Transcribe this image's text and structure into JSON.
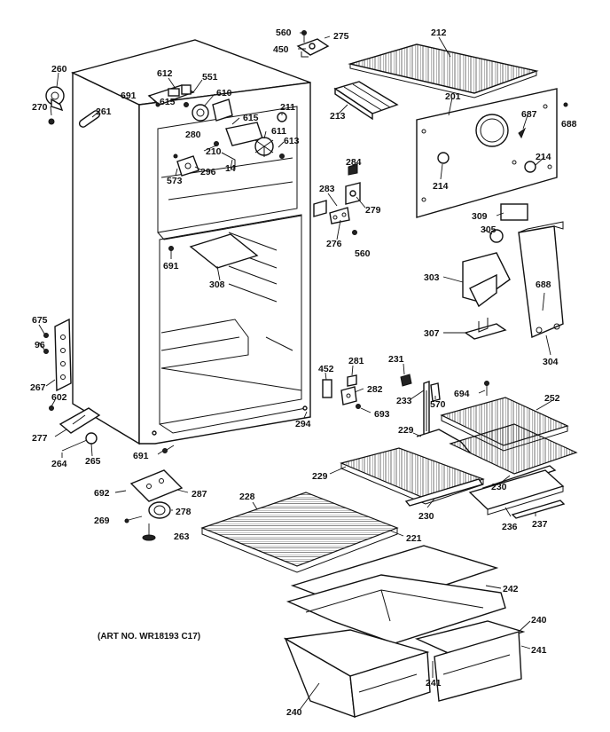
{
  "art_number": "(ART NO. WR18193 C17)",
  "labels": {
    "l560a": "560",
    "l275": "275",
    "l450": "450",
    "l212": "212",
    "l260": "260",
    "l612": "612",
    "l551": "551",
    "l691a": "691",
    "l615a": "615",
    "l610": "610",
    "l270": "270",
    "l261": "261",
    "l213": "213",
    "l201": "201",
    "l687": "687",
    "l688a": "688",
    "l211": "211",
    "l615b": "615",
    "l280": "280",
    "l611": "611",
    "l613": "613",
    "l210": "210",
    "l296": "296",
    "l14": "14",
    "l573": "573",
    "l214a": "214",
    "l214b": "214",
    "l284": "284",
    "l283": "283",
    "l279": "279",
    "l276": "276",
    "l560b": "560",
    "l309": "309",
    "l305": "305",
    "l691b": "691",
    "l308": "308",
    "l303": "303",
    "l688b": "688",
    "l307": "307",
    "l304": "304",
    "l675": "675",
    "l96": "96",
    "l267": "267",
    "l452": "452",
    "l281": "281",
    "l231": "231",
    "l282": "282",
    "l233": "233",
    "l570": "570",
    "l694": "694",
    "l252": "252",
    "l693": "693",
    "l602": "602",
    "l294": "294",
    "l277": "277",
    "l229a": "229",
    "l264": "264",
    "l265": "265",
    "l691c": "691",
    "l229b": "229",
    "l230a": "230",
    "l692": "692",
    "l287": "287",
    "l228": "228",
    "l230b": "230",
    "l236": "236",
    "l237": "237",
    "l269": "269",
    "l278": "278",
    "l263": "263",
    "l221": "221",
    "l242": "242",
    "l240a": "240",
    "l241a": "241",
    "l241b": "241",
    "l240b": "240"
  }
}
